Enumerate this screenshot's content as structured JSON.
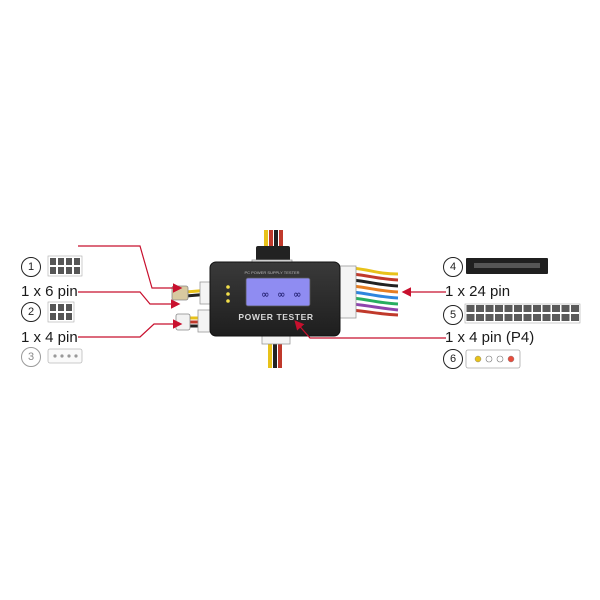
{
  "device": {
    "brand": "POWER TESTER",
    "small_label": "PC POWER SUPPLY TESTER",
    "lcd_color": "#8f8cf2"
  },
  "labels": {
    "six_pin": "1 x 6 pin",
    "four_pin_left": "1 x 4 pin",
    "twentyfour_pin": "1 x 24 pin",
    "four_pin_p4": "1 x 4 pin (P4)"
  },
  "connectors": {
    "left": [
      {
        "number": "1",
        "icon": "8-pin-connector-icon"
      },
      {
        "number": "2",
        "icon": "6-pin-connector-icon"
      },
      {
        "number": "3",
        "icon": "molex-4-pin-connector-icon"
      }
    ],
    "right": [
      {
        "number": "4",
        "icon": "sata-connector-icon"
      },
      {
        "number": "5",
        "icon": "24-pin-atx-connector-icon"
      },
      {
        "number": "6",
        "icon": "floppy-4-pin-connector-icon"
      }
    ]
  },
  "colors": {
    "arrow": "#c8102e",
    "device_body": "#2b2b2b",
    "connector_fill": "#ffffff"
  }
}
